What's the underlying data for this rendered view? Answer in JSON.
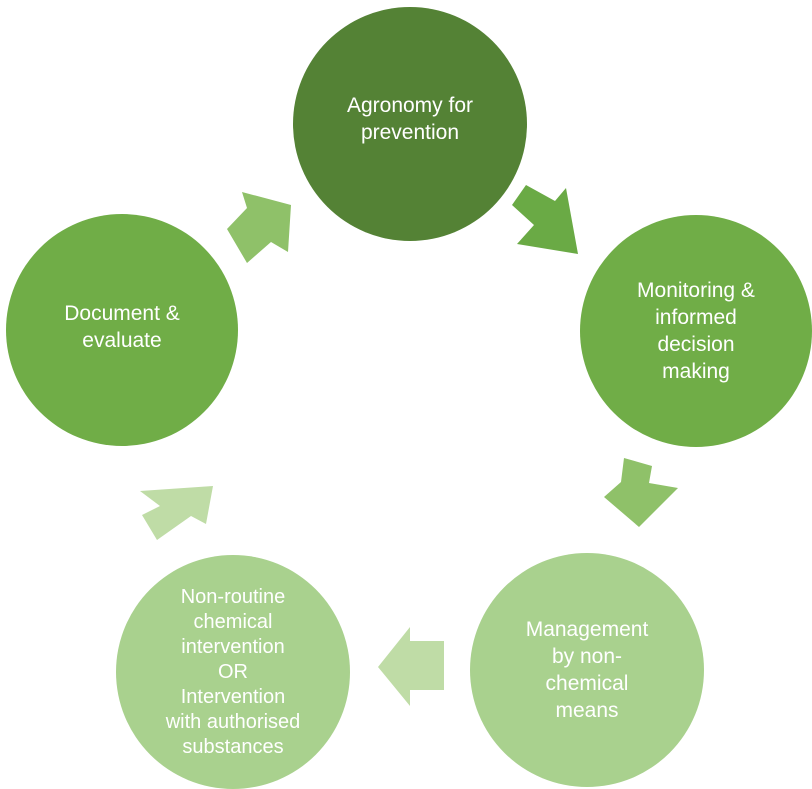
{
  "cycle": {
    "nodes": [
      {
        "label": "Agronomy for\nprevention",
        "color": "#548235"
      },
      {
        "label": "Monitoring &\ninformed\ndecision\nmaking",
        "color": "#70AD47"
      },
      {
        "label": "Management\nby non-\nchemical\nmeans",
        "color": "#A9D18E"
      },
      {
        "label": "Non-routine\nchemical\nintervention\nOR\nIntervention\nwith authorised\nsubstances",
        "color": "#A9D18E"
      },
      {
        "label": "Document &\nevaluate",
        "color": "#70AD47"
      }
    ],
    "arrow_colors": [
      "#6AAA45",
      "#8FC169",
      "#BFDCA6",
      "#BFDCA6",
      "#8FC169"
    ]
  }
}
